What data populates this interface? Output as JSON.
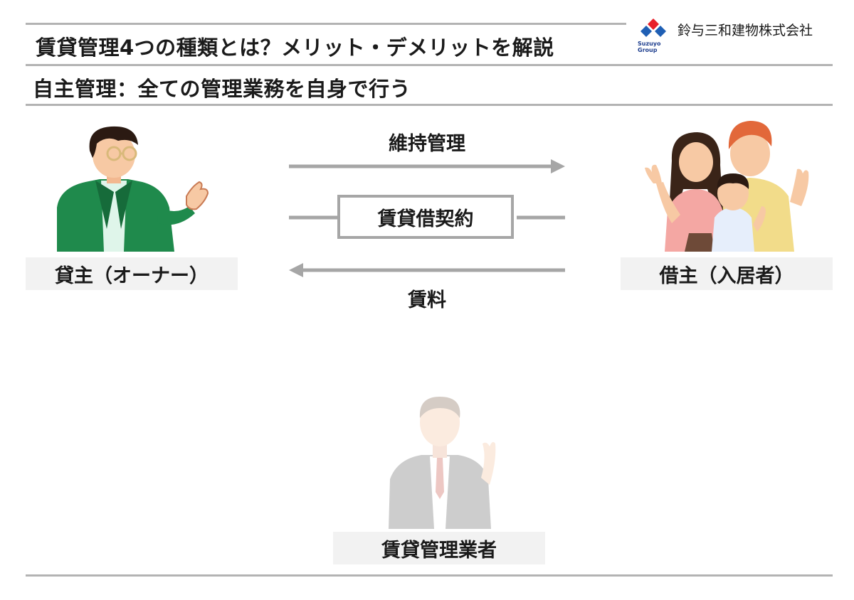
{
  "header": {
    "main_title": "賃貸管理4つの種類とは？メリット・デメリットを解説",
    "sub_title": "自主管理：全ての管理業務を自身で行う",
    "company_name": "鈴与三和建物株式会社",
    "logo_text_1": "Suzuyo",
    "logo_text_2": "Group"
  },
  "diagram": {
    "owner_label": "貸主（オーナー）",
    "tenant_label": "借主（入居者）",
    "manager_label": "賃貸管理業者",
    "arrow_top_label": "維持管理",
    "contract_label": "賃貸借契約",
    "arrow_bottom_label": "賃料"
  },
  "colors": {
    "line_gray": "#b3b3b3",
    "arrow_gray": "#a6a6a6",
    "logo_red": "#e8202a",
    "logo_blue": "#1f5fb4",
    "owner_jacket": "#1f8a4c"
  },
  "icons": [
    "suzuyo-logo-icon",
    "owner-person-icon",
    "tenant-family-icon",
    "manager-person-icon"
  ]
}
